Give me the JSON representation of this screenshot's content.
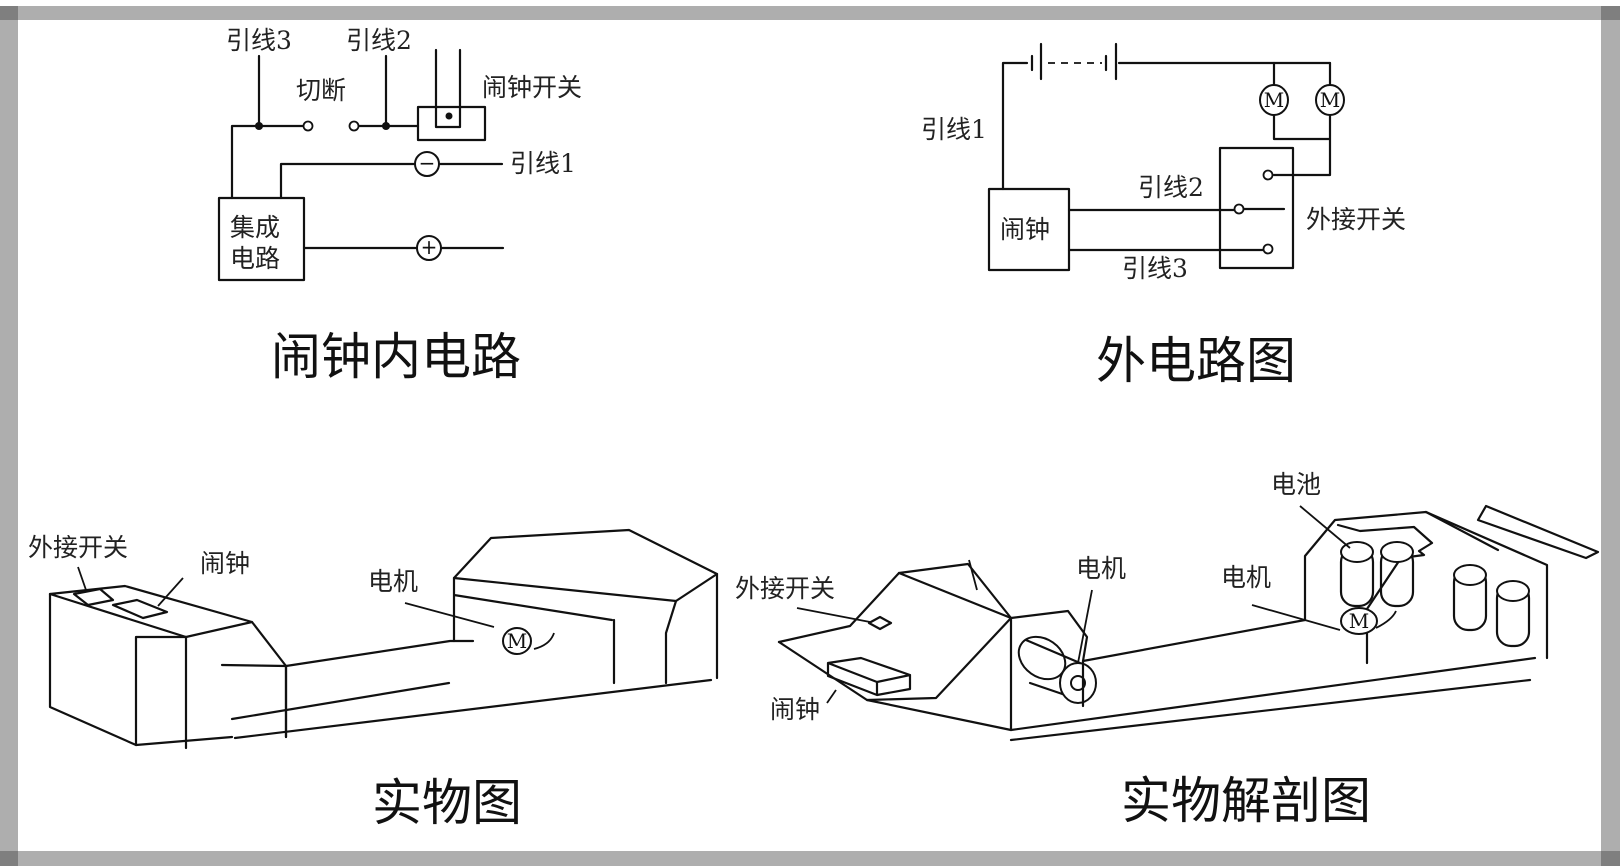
{
  "panels": {
    "internal_circuit": {
      "title": "闹钟内电路",
      "labels": {
        "lead3": "引线3",
        "lead2": "引线2",
        "cut": "切断",
        "alarm_switch": "闹钟开关",
        "lead1": "引线1",
        "ic_line1": "集成",
        "ic_line2": "电路",
        "minus_symbol": "−",
        "plus_symbol": "+"
      }
    },
    "external_circuit": {
      "title": "外电路图",
      "labels": {
        "lead1": "引线1",
        "lead2": "引线2",
        "lead3": "引线3",
        "alarm": "闹钟",
        "external_switch": "外接开关",
        "motor_symbol": "M"
      }
    },
    "physical_view": {
      "title": "实物图",
      "labels": {
        "external_switch": "外接开关",
        "alarm": "闹钟",
        "motor": "电机",
        "motor_symbol": "M"
      }
    },
    "cutaway_view": {
      "title": "实物解剖图",
      "labels": {
        "external_switch": "外接开关",
        "alarm": "闹钟",
        "motor_left": "电机",
        "motor_right": "电机",
        "battery": "电池",
        "motor_symbol": "M"
      }
    }
  }
}
